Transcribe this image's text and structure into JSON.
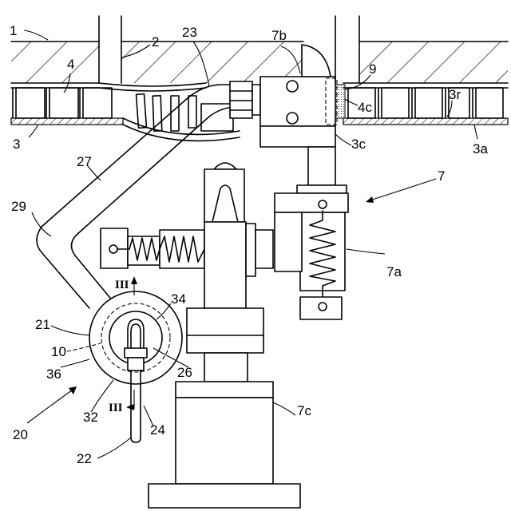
{
  "labels": {
    "l1": "1",
    "l2": "2",
    "l23": "23",
    "l7b": "7b",
    "l4": "4",
    "l9": "9",
    "l3r": "3r",
    "l4c": "4c",
    "l3": "3",
    "l3c": "3c",
    "l3a": "3a",
    "l27": "27",
    "l7": "7",
    "l29": "29",
    "l7a": "7a",
    "l34": "34",
    "l21": "21",
    "l10": "10",
    "l26": "26",
    "l36": "36",
    "l20": "20",
    "l32": "32",
    "l24": "24",
    "l7c": "7c",
    "l22": "22"
  },
  "section_marks": {
    "upper": "III",
    "lower": "III"
  },
  "colors": {
    "line": "#000000",
    "background": "#ffffff"
  }
}
